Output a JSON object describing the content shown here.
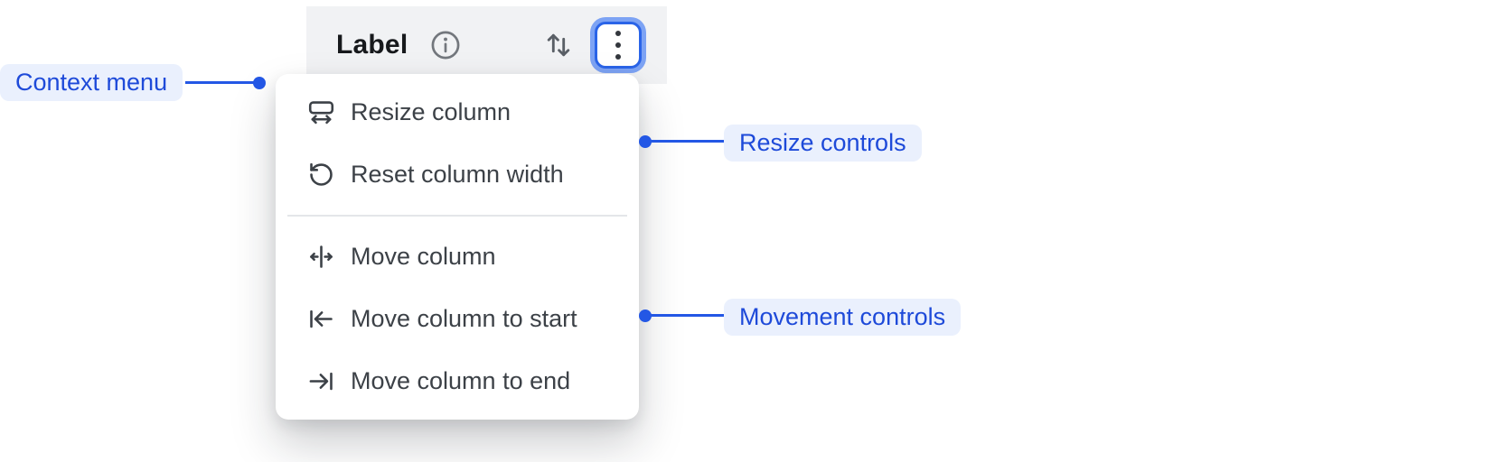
{
  "header": {
    "label": "Label",
    "info_icon": "info-icon",
    "sort_icon": "sort-arrows-icon",
    "menu_button_icon": "kebab-menu-icon"
  },
  "menu": {
    "items": [
      {
        "label": "Resize column",
        "icon": "resize-column-icon"
      },
      {
        "label": "Reset column width",
        "icon": "reset-column-width-icon"
      },
      {
        "label": "Move column",
        "icon": "move-column-icon"
      },
      {
        "label": "Move column to start",
        "icon": "move-column-to-start-icon"
      },
      {
        "label": "Move column to end",
        "icon": "move-column-to-end-icon"
      }
    ],
    "divider_after_index": 1
  },
  "annotations": {
    "context": {
      "label": "Context menu"
    },
    "resize": {
      "label": "Resize controls"
    },
    "movement": {
      "label": "Movement controls"
    }
  },
  "colors": {
    "accent_blue": "#2357e5",
    "annotation_text": "#1e4ad9",
    "annotation_bg": "#eaf0fd",
    "focus_ring_outer": "#7da3f4",
    "focus_ring_border": "#2a64e8",
    "header_bg": "#f1f2f4",
    "menu_text": "#3c4147",
    "icon_gray": "#6b7076"
  }
}
